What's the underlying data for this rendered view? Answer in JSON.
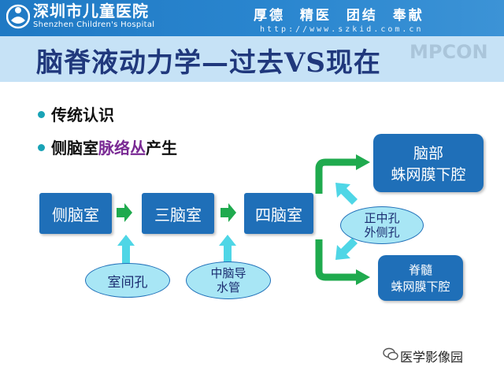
{
  "header": {
    "hospital_cn": "深圳市儿童医院",
    "hospital_en": "Shenzhen Children's Hospital",
    "motto": "厚德 精医 团结 奉献",
    "url": "http://www.szkid.com.cn",
    "watermark": "MPCON"
  },
  "title": "脑脊液动力学—过去VS现在",
  "bullets": [
    {
      "text": "传统认识"
    },
    {
      "pre": "侧脑室",
      "hl": "脉络丛",
      "post": "产生"
    }
  ],
  "diagram": {
    "nodes": {
      "lateral": "侧脑室",
      "third": "三脑室",
      "fourth": "四脑室",
      "brain_1": "脑部",
      "brain_2": "蛛网膜下腔",
      "spinal_1": "脊髓",
      "spinal_2": "蛛网膜下腔"
    },
    "connectors": {
      "foramen_monro": "室间孔",
      "aqueduct_1": "中脑导",
      "aqueduct_2": "水管",
      "foramina_1": "正中孔",
      "foramina_2": "外侧孔"
    }
  },
  "footer": {
    "account": "医学影像园"
  },
  "colors": {
    "header": "#2a86cf",
    "box": "#1f6fb8",
    "oval": "#a8e6f5",
    "arrow_green": "#1faa4e",
    "arrow_cyan": "#4fd6e6"
  }
}
